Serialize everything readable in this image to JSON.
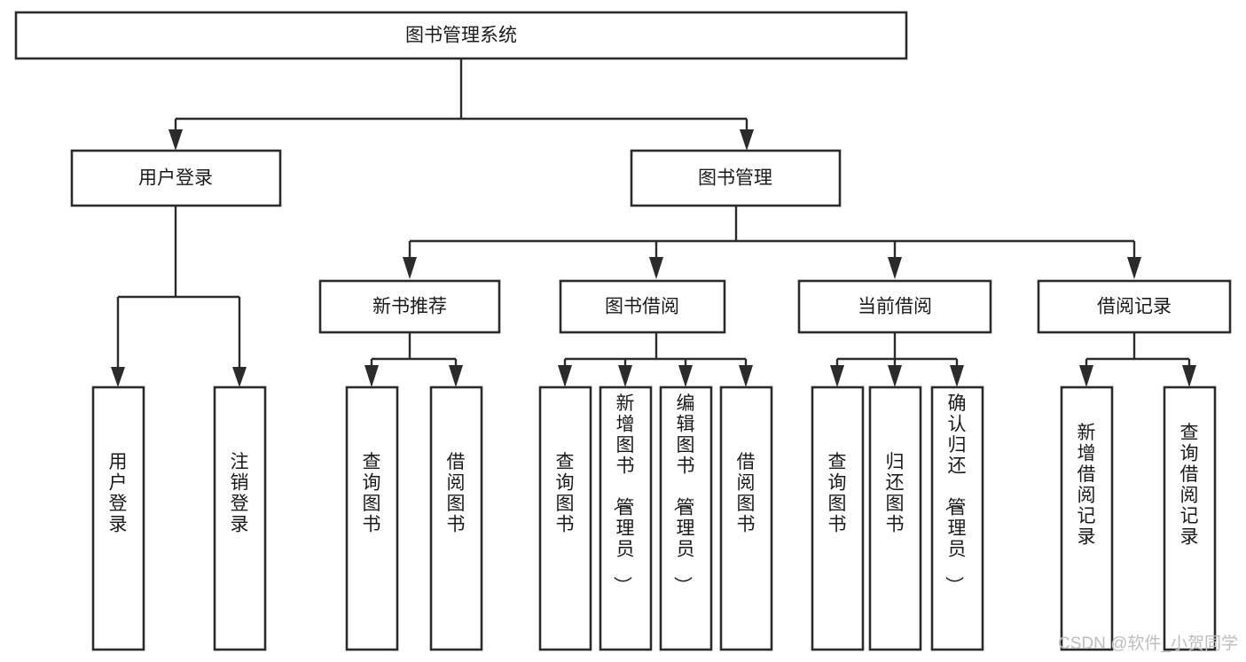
{
  "diagram": {
    "title": "图书管理系统",
    "type": "tree-hierarchy",
    "orientation": "top-down",
    "root": {
      "id": "root",
      "label": "图书管理系统",
      "text_orientation": "horizontal"
    },
    "level2": [
      {
        "id": "user-login",
        "label": "用户登录",
        "text_orientation": "horizontal"
      },
      {
        "id": "book-manage",
        "label": "图书管理",
        "text_orientation": "horizontal"
      }
    ],
    "level3": [
      {
        "id": "new-book-rec",
        "label": "新书推荐",
        "parent": "book-manage",
        "text_orientation": "horizontal"
      },
      {
        "id": "book-borrow",
        "label": "图书借阅",
        "parent": "book-manage",
        "text_orientation": "horizontal"
      },
      {
        "id": "current-borrow",
        "label": "当前借阅",
        "parent": "book-manage",
        "text_orientation": "horizontal"
      },
      {
        "id": "borrow-record",
        "label": "借阅记录",
        "parent": "book-manage",
        "text_orientation": "horizontal"
      }
    ],
    "leaves": [
      {
        "id": "leaf-user-login",
        "label": "用户登录",
        "parent": "user-login",
        "text_orientation": "vertical"
      },
      {
        "id": "leaf-user-logout",
        "label": "注销登录",
        "parent": "user-login",
        "text_orientation": "vertical"
      },
      {
        "id": "leaf-query-book-rec",
        "label": "查询图书",
        "parent": "new-book-rec",
        "text_orientation": "vertical"
      },
      {
        "id": "leaf-borrow-book-rec",
        "label": "借阅图书",
        "parent": "new-book-rec",
        "text_orientation": "vertical"
      },
      {
        "id": "leaf-query-book-borrow",
        "label": "查询图书",
        "parent": "book-borrow",
        "text_orientation": "vertical"
      },
      {
        "id": "leaf-add-book-admin",
        "label": "新增图书（管理员）",
        "parent": "book-borrow",
        "text_orientation": "vertical"
      },
      {
        "id": "leaf-edit-book-admin",
        "label": "编辑图书（管理员）",
        "parent": "book-borrow",
        "text_orientation": "vertical"
      },
      {
        "id": "leaf-borrow-book",
        "label": "借阅图书",
        "parent": "book-borrow",
        "text_orientation": "vertical"
      },
      {
        "id": "leaf-query-book-current",
        "label": "查询图书",
        "parent": "current-borrow",
        "text_orientation": "vertical"
      },
      {
        "id": "leaf-return-book",
        "label": "归还图书",
        "parent": "current-borrow",
        "text_orientation": "vertical"
      },
      {
        "id": "leaf-confirm-return-admin",
        "label": "确认归还（管理员）",
        "parent": "current-borrow",
        "text_orientation": "vertical"
      },
      {
        "id": "leaf-add-borrow-record",
        "label": "新增借阅记录",
        "parent": "borrow-record",
        "text_orientation": "vertical"
      },
      {
        "id": "leaf-query-borrow-record",
        "label": "查询借阅记录",
        "parent": "borrow-record",
        "text_orientation": "vertical"
      }
    ]
  },
  "watermark": {
    "text": "CSDN @软件_小贺同学"
  },
  "colors": {
    "box_stroke": "#2b2b2b",
    "box_fill": "#ffffff",
    "connector": "#2b2b2b",
    "text": "#1a1a1a",
    "watermark": "#bdbdbd",
    "background": "#ffffff"
  }
}
